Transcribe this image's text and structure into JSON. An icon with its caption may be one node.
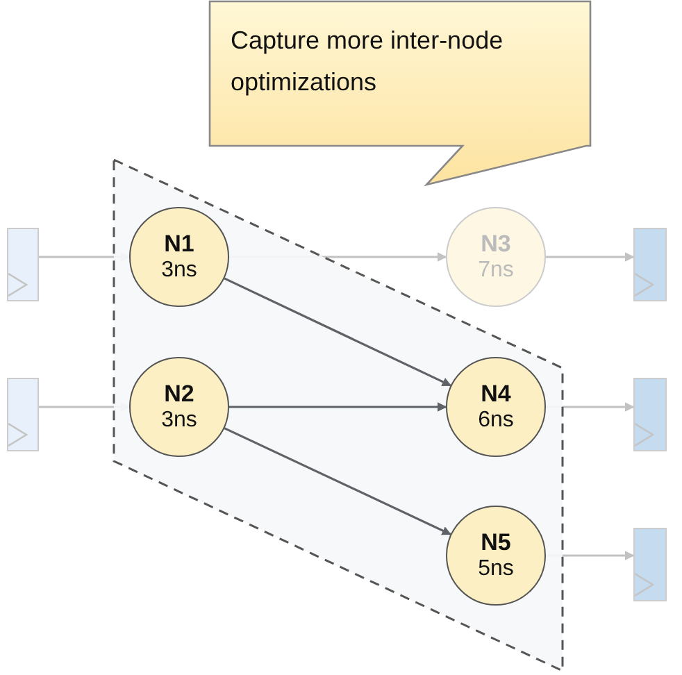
{
  "diagram": {
    "nodes": [
      {
        "text": [
          "Capture more inter-node optimizations"
        ]
      },
      {
        "text": [],
        "shape": "box"
      },
      {
        "text": [],
        "shape": "box"
      },
      {
        "text": [
          "N1",
          "3ns"
        ],
        "in": 1
      },
      {
        "text": [
          "N3",
          "7ns"
        ]
      },
      {
        "text": [],
        "shape": "box"
      },
      {
        "text": [],
        "shape": "box"
      },
      {
        "text": [
          "N2",
          "3ns"
        ],
        "in": 1
      },
      {
        "text": [
          "N4",
          "6ns"
        ],
        "in": 1
      },
      {
        "text": [],
        "shape": "box"
      },
      {
        "text": [
          "N5",
          "5ns"
        ],
        "in": 1
      },
      {
        "text": [],
        "shape": "box"
      }
    ],
    "edges": [
      {
        "from": 2,
        "to": 3,
        "arrow": "to"
      },
      {
        "from": 3,
        "to": 4,
        "arrow": "to"
      },
      {
        "from": 4,
        "to": 5,
        "arrow": "to"
      },
      {
        "from": 6,
        "to": 7,
        "arrow": "to"
      },
      {
        "from": 3,
        "to": 8,
        "arrow": "to",
        "color": "#5f6368"
      },
      {
        "from": 7,
        "to": 8,
        "arrow": "to",
        "color": "#5f6368"
      },
      {
        "from": 7,
        "to": 10,
        "arrow": "to",
        "color": "#5f6368"
      },
      {
        "from": 8,
        "to": 9,
        "arrow": "to"
      },
      {
        "from": 10,
        "to": 11,
        "arrow": "to"
      }
    ]
  }
}
